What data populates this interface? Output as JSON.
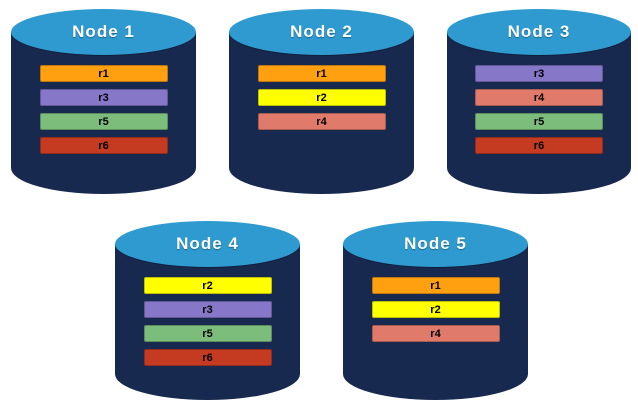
{
  "diagram": {
    "background": "#FFFFFF",
    "cylinder_body_color": "#18294F",
    "cylinder_top_color": "#2E9AD0",
    "nodes": [
      {
        "title": "Node 1",
        "records": [
          {
            "label": "r1",
            "color": "#FFA011"
          },
          {
            "label": "r3",
            "color": "#8677C9"
          },
          {
            "label": "r5",
            "color": "#7CBD7B"
          },
          {
            "label": "r6",
            "color": "#C53B22"
          }
        ]
      },
      {
        "title": "Node 2",
        "records": [
          {
            "label": "r1",
            "color": "#FFA011"
          },
          {
            "label": "r2",
            "color": "#FFFF00"
          },
          {
            "label": "r4",
            "color": "#E07B6B"
          }
        ]
      },
      {
        "title": "Node 3",
        "records": [
          {
            "label": "r3",
            "color": "#8677C9"
          },
          {
            "label": "r4",
            "color": "#E07B6B"
          },
          {
            "label": "r5",
            "color": "#7CBD7B"
          },
          {
            "label": "r6",
            "color": "#C53B22"
          }
        ]
      },
      {
        "title": "Node 4",
        "records": [
          {
            "label": "r2",
            "color": "#FFFF00"
          },
          {
            "label": "r3",
            "color": "#8677C9"
          },
          {
            "label": "r5",
            "color": "#7CBD7B"
          },
          {
            "label": "r6",
            "color": "#C53B22"
          }
        ]
      },
      {
        "title": "Node 5",
        "records": [
          {
            "label": "r1",
            "color": "#FFA011"
          },
          {
            "label": "r2",
            "color": "#FFFF00"
          },
          {
            "label": "r4",
            "color": "#E07B6B"
          }
        ]
      }
    ]
  }
}
